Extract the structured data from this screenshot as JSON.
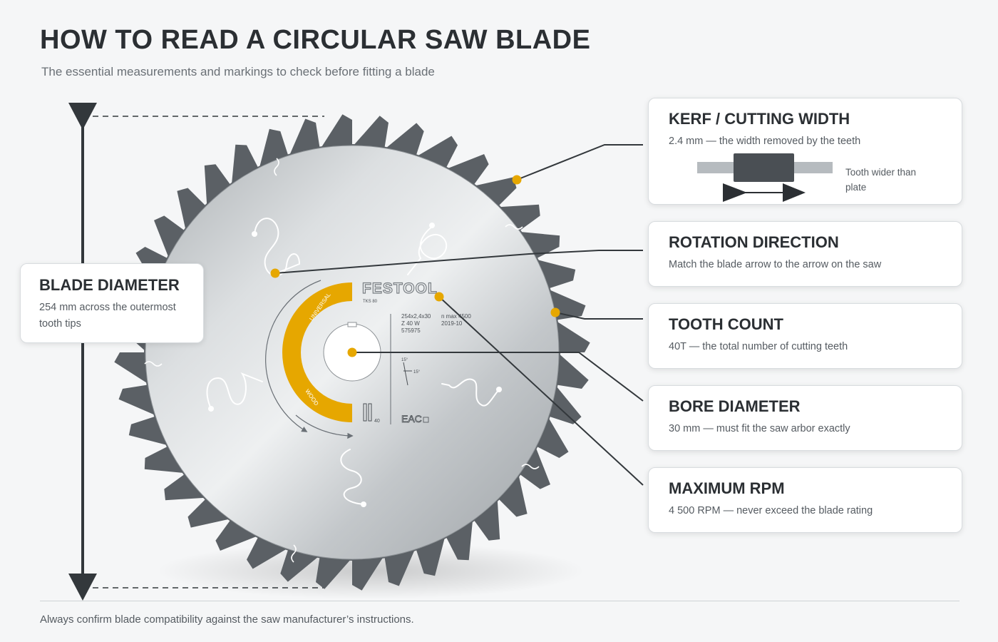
{
  "header": {
    "title": "HOW TO READ A CIRCULAR SAW BLADE",
    "subtitle": "The essential measurements and markings to check before fitting a blade"
  },
  "diameter_card": {
    "title": "BLADE DIAMETER",
    "text": "254 mm across the outermost tooth tips"
  },
  "callouts": [
    {
      "id": "kerf",
      "title": "KERF / CUTTING WIDTH",
      "text": "2.4 mm — the width removed by the teeth",
      "note": "Tooth wider than plate"
    },
    {
      "id": "rotation",
      "title": "ROTATION DIRECTION",
      "text": "Match the blade arrow to the arrow on the saw"
    },
    {
      "id": "teeth",
      "title": "TOOTH COUNT",
      "text": "40T — the total number of cutting teeth"
    },
    {
      "id": "bore",
      "title": "BORE DIAMETER",
      "text": "30 mm — must fit the saw arbor exactly"
    },
    {
      "id": "rpm",
      "title": "MAXIMUM RPM",
      "text": "4 500 RPM — never exceed the blade rating"
    }
  ],
  "blade": {
    "brand": "FESTOOL",
    "model": "TKS 80",
    "ring_text_top": "UNIVERSAL",
    "ring_text_bottom": "WOOD",
    "spec_lines": [
      "254x2,4x30",
      "Z 40 W",
      "575975"
    ],
    "speed_lines": [
      "n max 4500",
      "2019-10"
    ],
    "angle_label_1": "15°",
    "angle_label_2": "15°",
    "tooth_number": "40",
    "cert_mark": "EAC",
    "tooth_count": 40
  },
  "footer": {
    "text": "Always confirm blade compatibility against the saw manufacturer’s instructions."
  },
  "colors": {
    "accent": "#e6a700",
    "ink": "#2b2f33",
    "steel": "#bfc4c7",
    "teeth": "#5b6065"
  }
}
